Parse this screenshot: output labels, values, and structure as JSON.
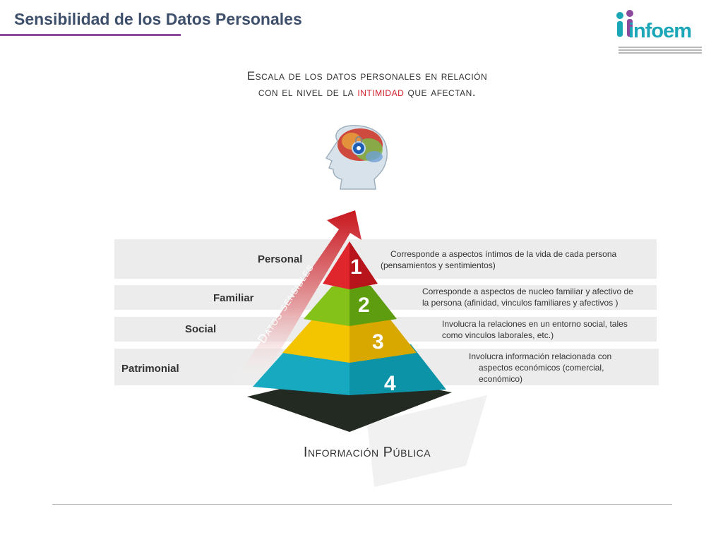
{
  "header": {
    "title": "Sensibilidad de los Datos Personales"
  },
  "logo": {
    "text": "infoem"
  },
  "heading": {
    "line1": "Escala de los datos personales en relación",
    "line2_before": "con el nivel de la ",
    "line2_highlight": "intimidad",
    "line2_after": " que afectan."
  },
  "arrow": {
    "label": "Datos sensibles"
  },
  "levels": [
    {
      "number": "1",
      "label": "Personal",
      "description": "Corresponde a aspectos íntimos de la vida de cada persona (pensamientos y sentimientos)",
      "color": "#d41f26"
    },
    {
      "number": "2",
      "label": "Familiar",
      "description": "Corresponde a aspectos de nucleo familiar y afectivo de la persona (afinidad, vinculos familiares y afectivos )",
      "color": "#7dbb1c"
    },
    {
      "number": "3",
      "label": "Social",
      "description": "Involucra la relaciones en un entorno social, tales como vinculos laborales, etc.)",
      "color": "#f2c500"
    },
    {
      "number": "4",
      "label": "Patrimonial",
      "description": "Involucra información relacionada con aspectos económicos (comercial, económico)",
      "color": "#19b3c8"
    }
  ],
  "bottom": {
    "label": "Información Pública"
  },
  "icons": {
    "head": "brain-head-icon",
    "lock": "lock-icon"
  }
}
